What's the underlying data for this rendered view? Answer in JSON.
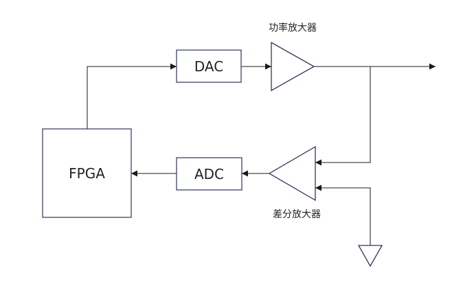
{
  "diagram": {
    "blocks": {
      "fpga": "FPGA",
      "dac": "DAC",
      "adc": "ADC"
    },
    "amplifiers": {
      "power_amp": "功率放大器",
      "diff_amp": "差分放大器"
    },
    "symbols": {
      "ground": "ground-symbol"
    },
    "connections": [
      {
        "from": "FPGA",
        "to": "DAC"
      },
      {
        "from": "DAC",
        "to": "功率放大器"
      },
      {
        "from": "功率放大器",
        "to": "output"
      },
      {
        "from": "功率放大器 output",
        "to": "差分放大器 input+"
      },
      {
        "from": "ground",
        "to": "差分放大器 input-"
      },
      {
        "from": "差分放大器",
        "to": "ADC"
      },
      {
        "from": "ADC",
        "to": "FPGA"
      }
    ]
  }
}
